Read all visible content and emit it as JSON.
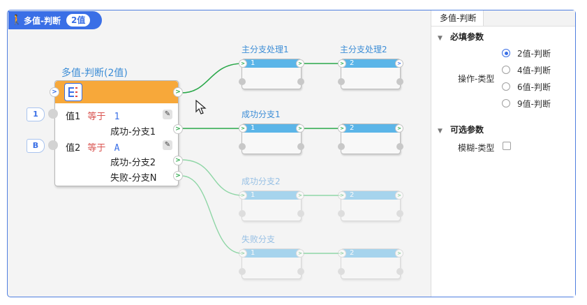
{
  "header": {
    "title": "多值-判断",
    "count_badge": "2值"
  },
  "node": {
    "title": "多值-判断(2值)",
    "rows": [
      {
        "tag": "1",
        "label": "值1",
        "op": "等于",
        "value": "1"
      },
      {
        "label": "成功-分支1"
      },
      {
        "tag": "B",
        "label": "值2",
        "op": "等于",
        "value": "A"
      },
      {
        "label": "成功-分支2"
      },
      {
        "label": "失败-分支N"
      }
    ]
  },
  "branches": [
    {
      "title": "主分支处理1",
      "second_title": "主分支处理2",
      "first": "1",
      "second": "2"
    },
    {
      "title": "成功分支1",
      "first": "1",
      "second": "2"
    },
    {
      "title": "成功分支2",
      "first": "1",
      "second": "2"
    },
    {
      "title": "失败分支",
      "first": "1",
      "second": "2"
    }
  ],
  "panel": {
    "tab": "多值-判断",
    "required_section": "必填参数",
    "op_type_label": "操作-类型",
    "options": [
      "2值-判断",
      "4值-判断",
      "6值-判断",
      "9值-判断"
    ],
    "selected_option": "2值-判断",
    "optional_section": "可选参数",
    "fuzzy_type_label": "模糊-类型",
    "fuzzy_checked": false
  },
  "colors": {
    "accent": "#3a6fe6",
    "node_header": "#f7a83a",
    "branch_header": "#5bb5e8",
    "wire": "#2aa84a"
  }
}
